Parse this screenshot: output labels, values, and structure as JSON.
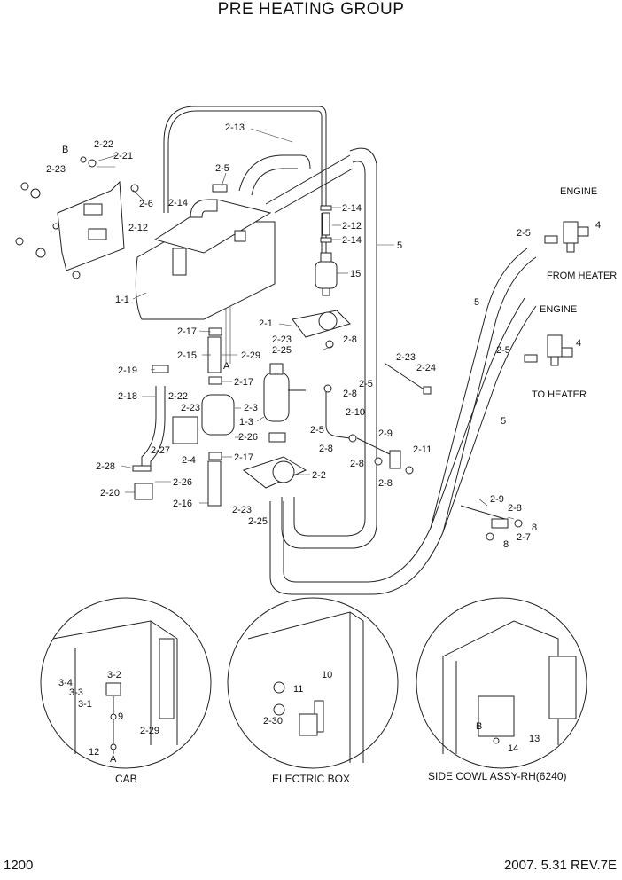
{
  "title": "PRE HEATING GROUP",
  "page_number": "1200",
  "revision": "2007. 5.31  REV.7E",
  "labels": [
    {
      "id": "l-2-13",
      "text": "2-13"
    },
    {
      "id": "l-2-22a",
      "text": "2-22"
    },
    {
      "id": "l-2-21",
      "text": "2-21"
    },
    {
      "id": "l-b1",
      "text": "B"
    },
    {
      "id": "l-2-23a",
      "text": "2-23"
    },
    {
      "id": "l-2-5a",
      "text": "2-5"
    },
    {
      "id": "l-2-6",
      "text": "2-6"
    },
    {
      "id": "l-2-14a",
      "text": "2-14"
    },
    {
      "id": "l-2-12a",
      "text": "2-12"
    },
    {
      "id": "l-2-14b",
      "text": "2-14"
    },
    {
      "id": "l-2-12b",
      "text": "2-12"
    },
    {
      "id": "l-2-14c",
      "text": "2-14"
    },
    {
      "id": "l-5a",
      "text": "5"
    },
    {
      "id": "l-15",
      "text": "15"
    },
    {
      "id": "l-engine1",
      "text": "ENGINE"
    },
    {
      "id": "l-4a",
      "text": "4"
    },
    {
      "id": "l-2-5b",
      "text": "2-5"
    },
    {
      "id": "l-fromheater",
      "text": "FROM HEATER"
    },
    {
      "id": "l-1-1",
      "text": "1-1"
    },
    {
      "id": "l-5b",
      "text": "5"
    },
    {
      "id": "l-engine2",
      "text": "ENGINE"
    },
    {
      "id": "l-2-1",
      "text": "2-1"
    },
    {
      "id": "l-2-17a",
      "text": "2-17"
    },
    {
      "id": "l-2-23b",
      "text": "2-23"
    },
    {
      "id": "l-2-25a",
      "text": "2-25"
    },
    {
      "id": "l-2-8a",
      "text": "2-8"
    },
    {
      "id": "l-4b",
      "text": "4"
    },
    {
      "id": "l-2-5c",
      "text": "2-5"
    },
    {
      "id": "l-2-15",
      "text": "2-15"
    },
    {
      "id": "l-2-29a",
      "text": "2-29"
    },
    {
      "id": "l-a1",
      "text": "A"
    },
    {
      "id": "l-2-23c",
      "text": "2-23"
    },
    {
      "id": "l-2-24",
      "text": "2-24"
    },
    {
      "id": "l-2-19",
      "text": "2-19"
    },
    {
      "id": "l-2-17b",
      "text": "2-17"
    },
    {
      "id": "l-2-5d",
      "text": "2-5"
    },
    {
      "id": "l-toheater",
      "text": "TO HEATER"
    },
    {
      "id": "l-2-18",
      "text": "2-18"
    },
    {
      "id": "l-2-22b",
      "text": "2-22"
    },
    {
      "id": "l-2-8b",
      "text": "2-8"
    },
    {
      "id": "l-2-23d",
      "text": "2-23"
    },
    {
      "id": "l-2-3",
      "text": "2-3"
    },
    {
      "id": "l-2-10",
      "text": "2-10"
    },
    {
      "id": "l-1-3",
      "text": "1-3"
    },
    {
      "id": "l-5c",
      "text": "5"
    },
    {
      "id": "l-2-5e",
      "text": "2-5"
    },
    {
      "id": "l-2-9a",
      "text": "2-9"
    },
    {
      "id": "l-2-26a",
      "text": "2-26"
    },
    {
      "id": "l-2-27",
      "text": "2-27"
    },
    {
      "id": "l-2-8c",
      "text": "2-8"
    },
    {
      "id": "l-2-11",
      "text": "2-11"
    },
    {
      "id": "l-2-4",
      "text": "2-4"
    },
    {
      "id": "l-2-17c",
      "text": "2-17"
    },
    {
      "id": "l-2-28",
      "text": "2-28"
    },
    {
      "id": "l-2-8d",
      "text": "2-8"
    },
    {
      "id": "l-2-2",
      "text": "2-2"
    },
    {
      "id": "l-2-26b",
      "text": "2-26"
    },
    {
      "id": "l-2-8e",
      "text": "2-8"
    },
    {
      "id": "l-2-20",
      "text": "2-20"
    },
    {
      "id": "l-2-16",
      "text": "2-16"
    },
    {
      "id": "l-2-9b",
      "text": "2-9"
    },
    {
      "id": "l-2-23e",
      "text": "2-23"
    },
    {
      "id": "l-2-8f",
      "text": "2-8"
    },
    {
      "id": "l-2-25b",
      "text": "2-25"
    },
    {
      "id": "l-8a",
      "text": "8"
    },
    {
      "id": "l-2-7",
      "text": "2-7"
    },
    {
      "id": "l-8b",
      "text": "8"
    },
    {
      "id": "l-3-4",
      "text": "3-4"
    },
    {
      "id": "l-3-2",
      "text": "3-2"
    },
    {
      "id": "l-3-3",
      "text": "3-3"
    },
    {
      "id": "l-3-1",
      "text": "3-1"
    },
    {
      "id": "l-9",
      "text": "9"
    },
    {
      "id": "l-2-29b",
      "text": "2-29"
    },
    {
      "id": "l-12",
      "text": "12"
    },
    {
      "id": "l-a2",
      "text": "A"
    },
    {
      "id": "l-11",
      "text": "11"
    },
    {
      "id": "l-10",
      "text": "10"
    },
    {
      "id": "l-2-30",
      "text": "2-30"
    },
    {
      "id": "l-b2",
      "text": "B"
    },
    {
      "id": "l-13",
      "text": "13"
    },
    {
      "id": "l-14",
      "text": "14"
    }
  ],
  "details": {
    "cab": "CAB",
    "electric_box": "ELECTRIC BOX",
    "side_cowl": "SIDE COWL ASSY-RH(6240)"
  }
}
